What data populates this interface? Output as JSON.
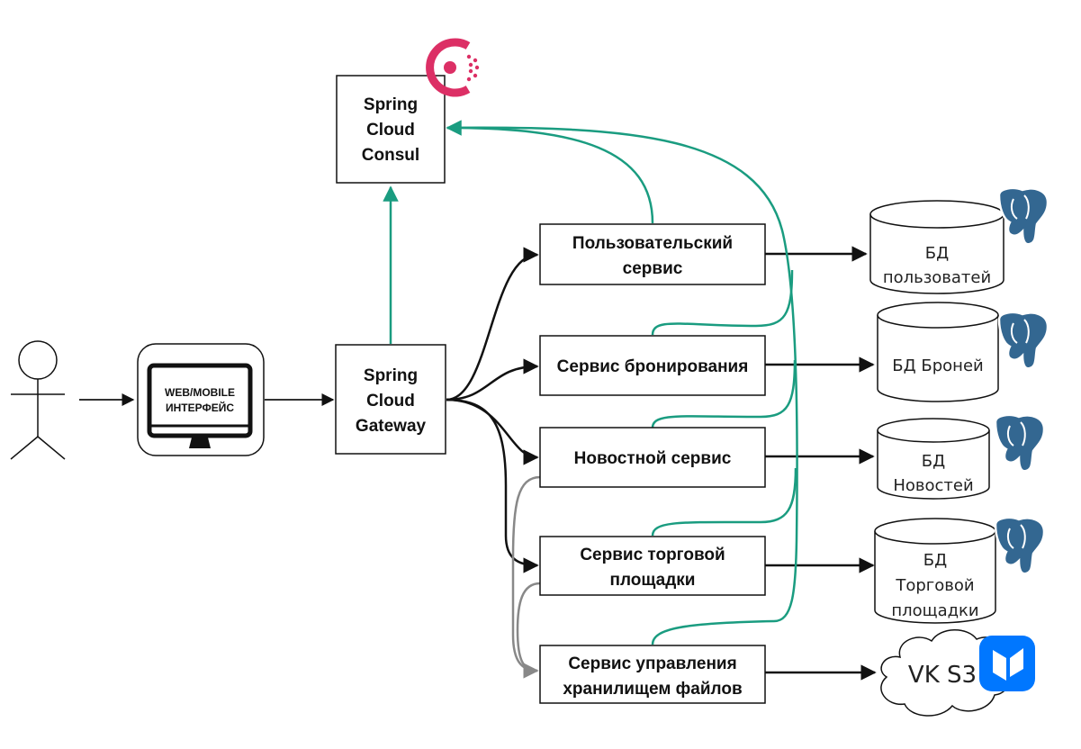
{
  "colors": {
    "consul_link": "#1a9c80",
    "flow_link": "#111111",
    "storage_link": "#888888",
    "consul_brand": "#dc2f65",
    "postgres_brand": "#336791",
    "vk_brand": "#0077ff"
  },
  "icons": {
    "user": "stick-figure-icon",
    "client": "monitor-icon",
    "consul": "consul-logo-icon",
    "postgres": "postgresql-elephant-icon",
    "vk": "vk-cloud-logo-icon"
  },
  "client": {
    "line1": "WEB/MOBILE",
    "line2": "ИНТЕРФЕЙС"
  },
  "gateway": {
    "lines": [
      "Spring",
      "Cloud",
      "Gateway"
    ]
  },
  "consul": {
    "lines": [
      "Spring",
      "Cloud",
      "Consul"
    ]
  },
  "services": [
    {
      "lines": [
        "Пользовательский",
        "сервис"
      ]
    },
    {
      "lines": [
        "Сервис бронирования"
      ]
    },
    {
      "lines": [
        "Новостной сервис"
      ]
    },
    {
      "lines": [
        "Сервис торговой",
        "площадки"
      ]
    },
    {
      "lines": [
        "Сервис управления",
        "хранилищем файлов"
      ]
    }
  ],
  "databases": [
    {
      "lines": [
        "БД",
        "пользоватей"
      ]
    },
    {
      "lines": [
        "БД Броней"
      ]
    },
    {
      "lines": [
        "БД",
        "Новостей"
      ]
    },
    {
      "lines": [
        "БД",
        "Торговой",
        "площадки"
      ]
    }
  ],
  "storage": {
    "label": "VK S3"
  }
}
